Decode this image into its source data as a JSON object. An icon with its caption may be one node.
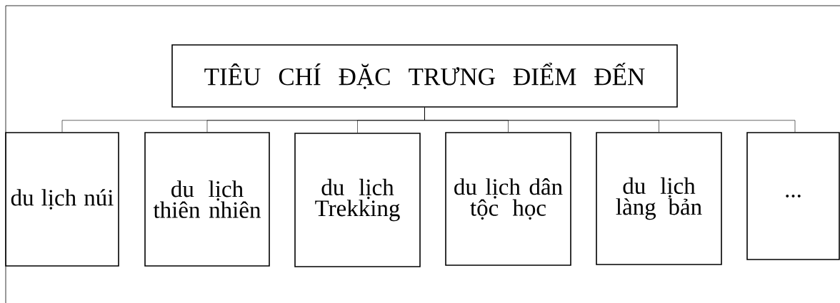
{
  "diagram": {
    "nodes": [
      {
        "text": [
          "TIÊU CHÍ ĐẶC TRƯNG ĐIỂM ĐẾN"
        ]
      },
      {
        "text": [
          "du lịch núi"
        ]
      },
      {
        "text": [
          "du lịch thiên nhiên"
        ]
      },
      {
        "text": [
          "du lịch Trekking"
        ]
      },
      {
        "text": [
          "du lịch dân tộc học"
        ]
      },
      {
        "text": [
          "du lịch làng bản"
        ]
      },
      {
        "text": [
          "..."
        ]
      }
    ],
    "edges": [
      {
        "from": 0,
        "to": 1,
        "arrow": "none"
      },
      {
        "from": 0,
        "to": 2,
        "arrow": "none"
      },
      {
        "from": 0,
        "to": 3,
        "arrow": "none"
      },
      {
        "from": 0,
        "to": 4,
        "arrow": "none"
      },
      {
        "from": 0,
        "to": 5,
        "arrow": "none"
      },
      {
        "from": 0,
        "to": 6,
        "arrow": "none"
      }
    ]
  }
}
